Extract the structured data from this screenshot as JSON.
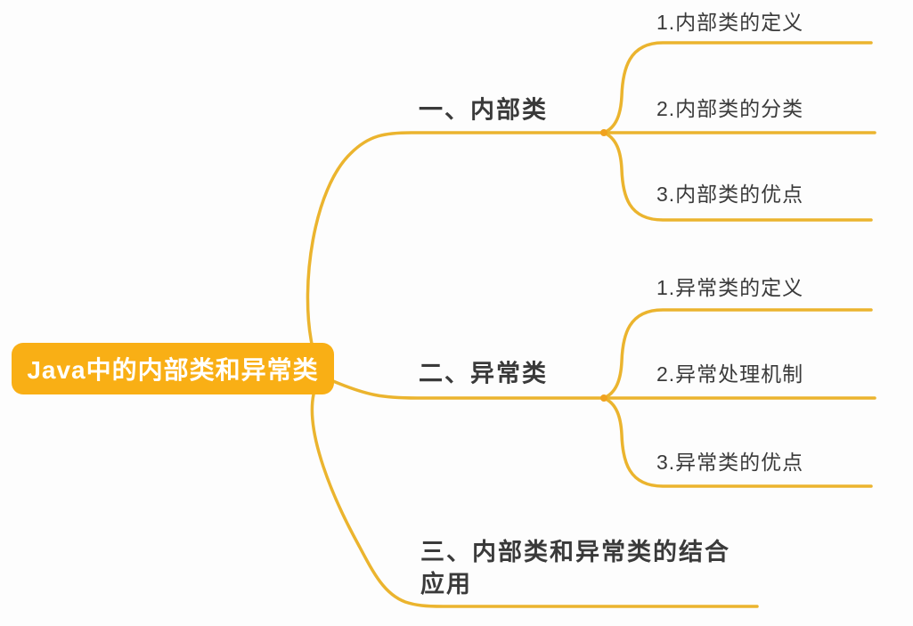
{
  "colors": {
    "branch_line": "#EBB42E",
    "root_fill": "#F9AF15",
    "root_text": "#FFFFFF",
    "label_text": "#3A3A3A",
    "junction_dot": "#F0A21F",
    "background": "#FDFDFD"
  },
  "mindmap": {
    "root": {
      "label": "Java中的内部类和异常类"
    },
    "branches": [
      {
        "label": "一、内部类",
        "children": [
          {
            "label": "1.内部类的定义"
          },
          {
            "label": "2.内部类的分类"
          },
          {
            "label": "3.内部类的优点"
          }
        ]
      },
      {
        "label": "二、异常类",
        "children": [
          {
            "label": "1.异常类的定义"
          },
          {
            "label": "2.异常处理机制"
          },
          {
            "label": "3.异常类的优点"
          }
        ]
      },
      {
        "label": "三、内部类和异常类的结合应用",
        "children": []
      }
    ]
  }
}
